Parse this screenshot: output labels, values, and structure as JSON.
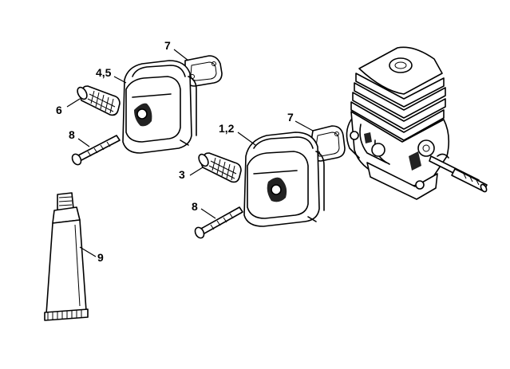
{
  "callouts": {
    "c7a": "7",
    "c45": "4,5",
    "c6": "6",
    "c8a": "8",
    "c12": "1,2",
    "c7b": "7",
    "c3": "3",
    "c8b": "8",
    "c9": "9"
  }
}
